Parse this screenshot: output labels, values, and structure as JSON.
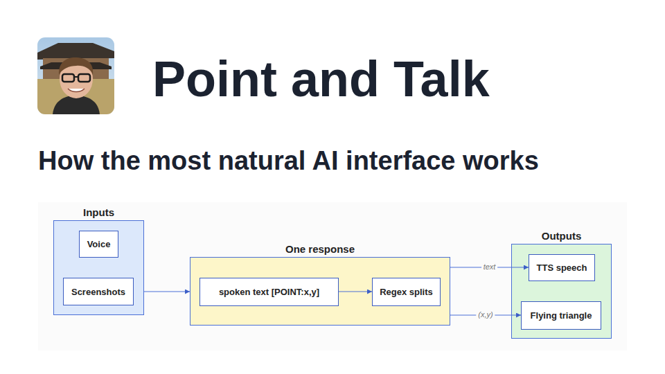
{
  "diagram": {
    "title": "Point and Talk",
    "caption": "How the most natural AI interface works",
    "nodes": [
      {
        "text": [
          "Inputs"
        ]
      },
      {
        "text": [
          "Voice"
        ],
        "in": 0
      },
      {
        "text": [
          "Screenshots"
        ],
        "in": 0
      },
      {
        "text": [
          "One response"
        ]
      },
      {
        "text": [
          "spoken text [POINT:x,y]"
        ],
        "in": 3
      },
      {
        "text": [
          "Regex splits"
        ],
        "in": 3
      },
      {
        "text": [
          "Outputs"
        ]
      },
      {
        "text": [
          "TTS speech"
        ],
        "in": 6
      },
      {
        "text": [
          "Flying triangle"
        ],
        "in": 6
      }
    ],
    "edges": [
      {
        "from": 0,
        "to": 3,
        "arrow": "to"
      },
      {
        "from": 4,
        "to": 5,
        "arrow": "to"
      },
      {
        "from": 3,
        "to": 7,
        "label": "text",
        "arrow": "to"
      },
      {
        "from": 3,
        "to": 8,
        "label": "(x,y)",
        "arrow": "to"
      }
    ]
  }
}
